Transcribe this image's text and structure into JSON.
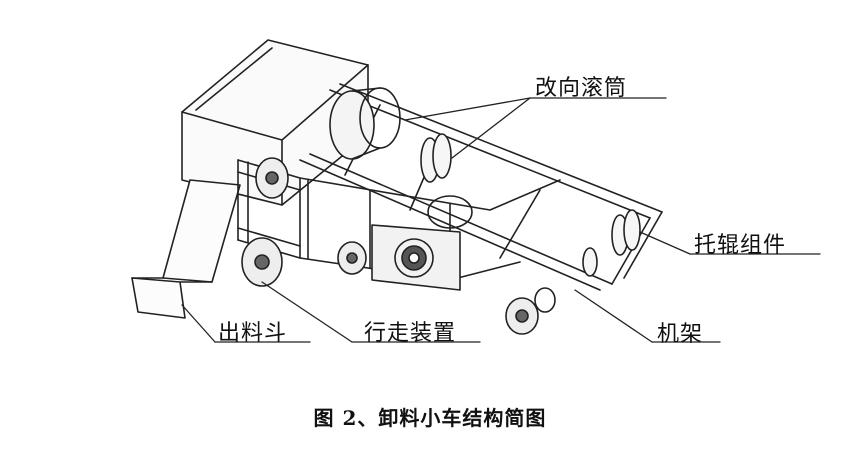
{
  "labels": {
    "bend_pulley": "改向滚筒",
    "idler_assembly": "托辊组件",
    "discharge_hopper": "出料斗",
    "travel_device": "行走装置",
    "frame": "机架"
  },
  "caption": "图 2、卸料小车结构简图"
}
